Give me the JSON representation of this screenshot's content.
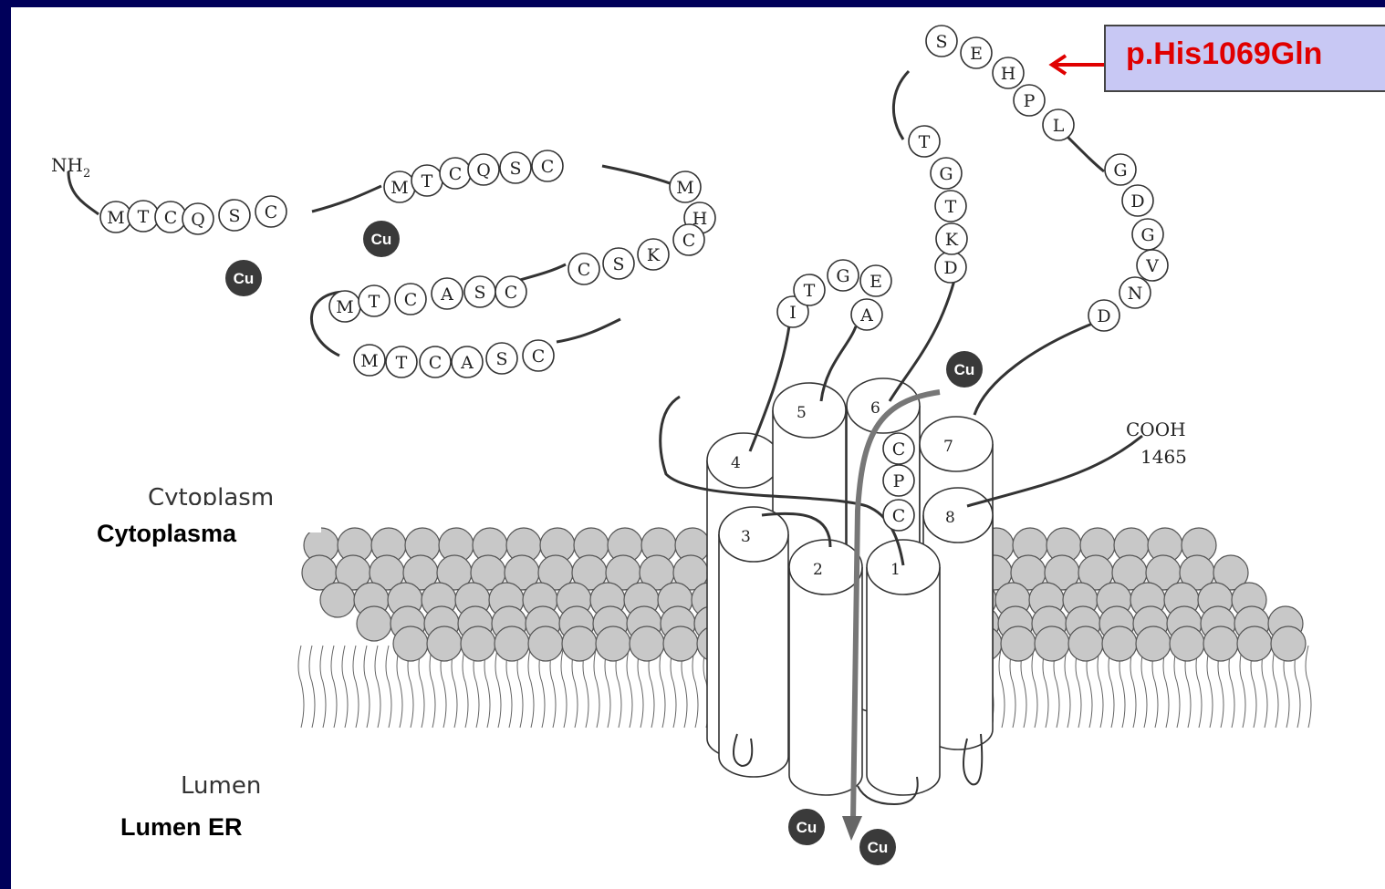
{
  "labels": {
    "nh2_n": "NH",
    "nh2_sub": "2",
    "cooh": "COOH",
    "cooh_num": "1465",
    "cytoplasm_faint": "Cytoplasm",
    "cytoplasma": "Cytoplasma",
    "lumen_faint": "Lumen",
    "lumen_er": "Lumen ER",
    "mutation": "p.His1069Gln"
  },
  "metal_ion": "Cu",
  "helix_numbers": [
    "1",
    "2",
    "3",
    "4",
    "5",
    "6",
    "7",
    "8"
  ],
  "sequences": {
    "s1": [
      "M",
      "T",
      "C",
      "Q",
      "S",
      "C"
    ],
    "s2": [
      "M",
      "T",
      "C",
      "Q",
      "S",
      "C"
    ],
    "s3": [
      "M",
      "H",
      "C",
      "K",
      "S",
      "C"
    ],
    "s4": [
      "M",
      "T",
      "C",
      "A",
      "S",
      "C"
    ],
    "s5": [
      "M",
      "T",
      "C",
      "A",
      "S",
      "C"
    ],
    "s6": [
      "I",
      "T",
      "G",
      "E",
      "A"
    ],
    "s7": [
      "D",
      "K",
      "T",
      "G",
      "T",
      "S",
      "E",
      "H",
      "P",
      "L",
      "G",
      "D",
      "G",
      "V",
      "N",
      "D"
    ],
    "s8": [
      "C",
      "P",
      "C"
    ]
  },
  "colors": {
    "frame": "#00005a",
    "cu": "#3a3a3a",
    "arrow": "#e00000",
    "membrane": "#c8c8c8",
    "mutation_box": "#c8c8f4"
  }
}
